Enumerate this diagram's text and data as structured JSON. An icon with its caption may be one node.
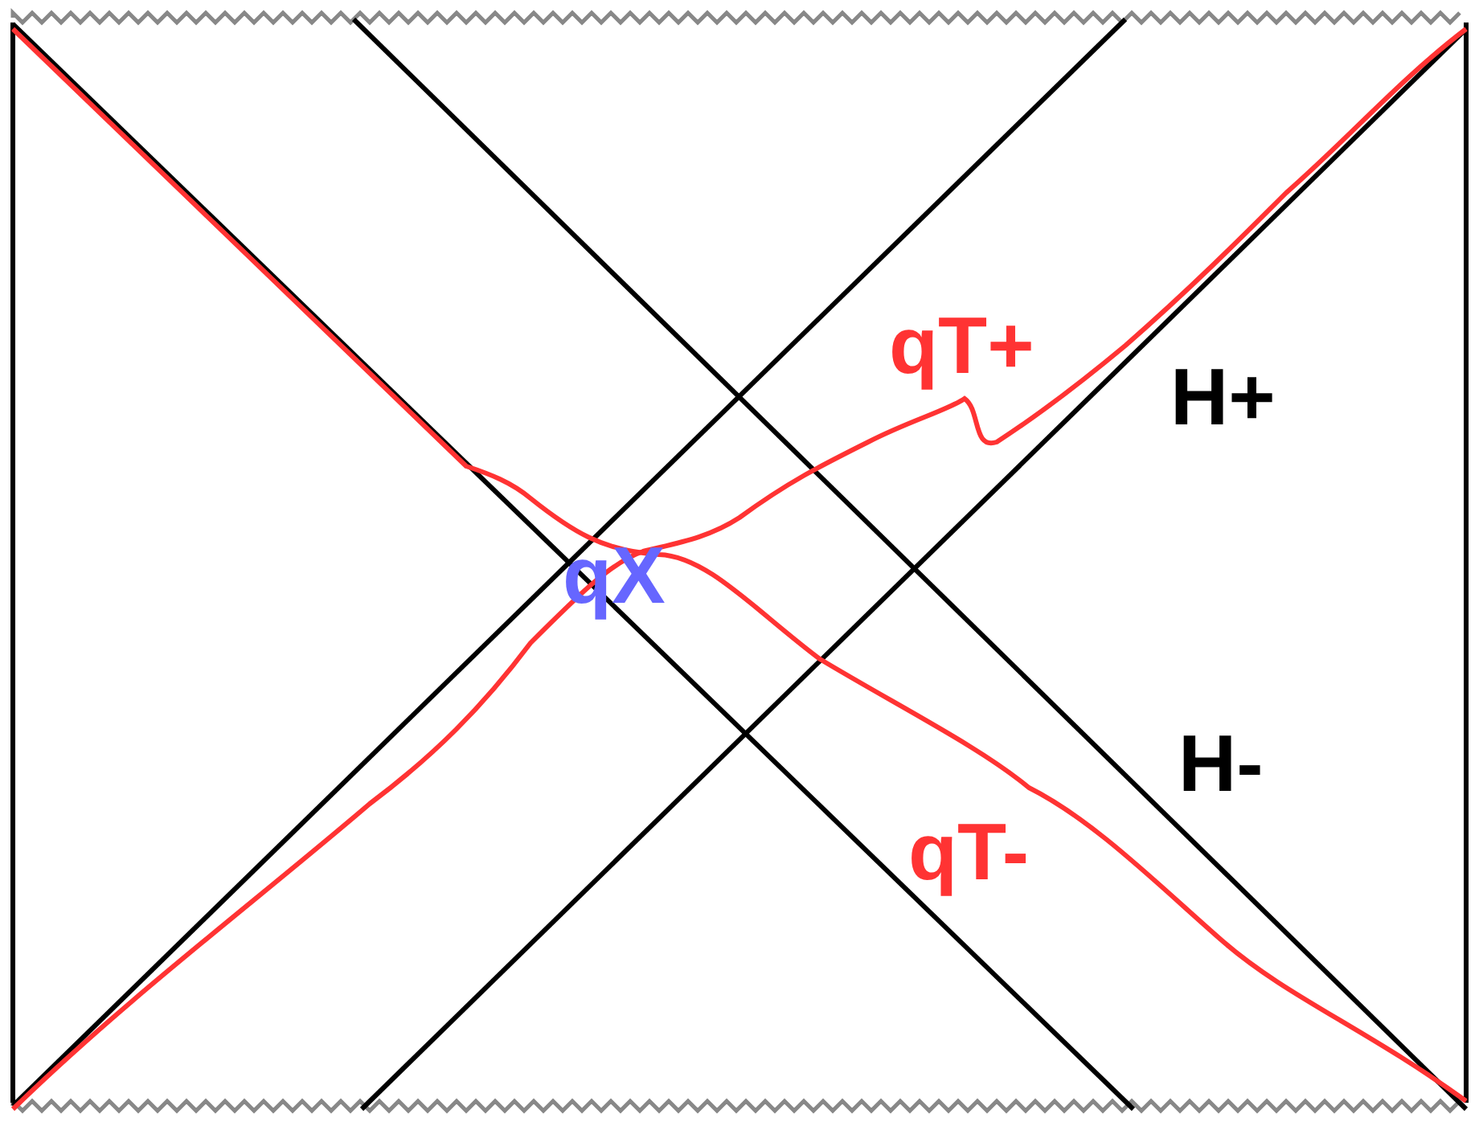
{
  "diagram": {
    "labels": [
      "qT+",
      "H+",
      "qX",
      "H-",
      "qT-"
    ]
  }
}
